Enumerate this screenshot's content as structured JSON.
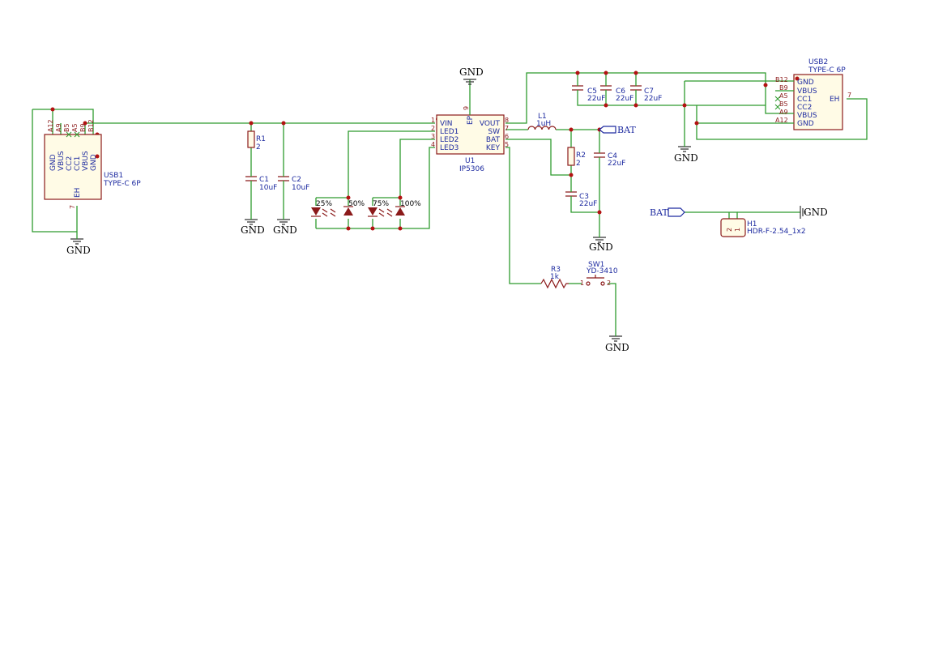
{
  "usb1": {
    "ref": "USB1",
    "value": "TYPE-C 6P",
    "top_pins": [
      "A12",
      "A9",
      "B5",
      "A5",
      "B9",
      "B12"
    ],
    "pin_names": [
      "GND",
      "VBUS",
      "CC2",
      "CC1",
      "VBUS",
      "GND"
    ],
    "eh_pin": "EH",
    "eh_number": "7"
  },
  "usb2": {
    "ref": "USB2",
    "value": "TYPE-C 6P",
    "left_pins": [
      "B12",
      "B9",
      "A5",
      "B5",
      "A9",
      "A12"
    ],
    "pin_names": [
      "GND",
      "VBUS",
      "CC1",
      "CC2",
      "VBUS",
      "GND"
    ],
    "eh_pin": "EH",
    "eh_number": "7"
  },
  "u1": {
    "ref": "U1",
    "value": "IP5306",
    "ep_pin": "EP",
    "ep_number": "9",
    "left_pins": [
      {
        "num": "1",
        "name": "VIN"
      },
      {
        "num": "2",
        "name": "LED1"
      },
      {
        "num": "3",
        "name": "LED2"
      },
      {
        "num": "4",
        "name": "LED3"
      }
    ],
    "right_pins": [
      {
        "num": "8",
        "name": "VOUT"
      },
      {
        "num": "7",
        "name": "SW"
      },
      {
        "num": "6",
        "name": "BAT"
      },
      {
        "num": "5",
        "name": "KEY"
      }
    ]
  },
  "passives": {
    "r1": {
      "ref": "R1",
      "value": "2"
    },
    "c1": {
      "ref": "C1",
      "value": "10uF"
    },
    "c2": {
      "ref": "C2",
      "value": "10uF"
    },
    "l1": {
      "ref": "L1",
      "value": "1uH"
    },
    "r2": {
      "ref": "R2",
      "value": "2"
    },
    "c3": {
      "ref": "C3",
      "value": "22uF"
    },
    "c4": {
      "ref": "C4",
      "value": "22uF"
    },
    "c5": {
      "ref": "C5",
      "value": "22uF"
    },
    "c6": {
      "ref": "C6",
      "value": "22uF"
    },
    "c7": {
      "ref": "C7",
      "value": "22uF"
    },
    "r3": {
      "ref": "R3",
      "value": "1k"
    }
  },
  "leds": [
    "25%",
    "50%",
    "75%",
    "100%"
  ],
  "sw1": {
    "ref": "SW1",
    "value": "YD-3410",
    "pin1": "1",
    "pin2": "2"
  },
  "h1": {
    "ref": "H1",
    "value": "HDR-F-2.54_1x2",
    "pin1": "1",
    "pin2": "2"
  },
  "nets": {
    "gnd": "GND",
    "bat": "BAT"
  },
  "colors": {
    "wire": "#2e9b2e",
    "symbol": "#8b1a1a",
    "text": "#1e2ba0",
    "junction": "#b31212"
  }
}
